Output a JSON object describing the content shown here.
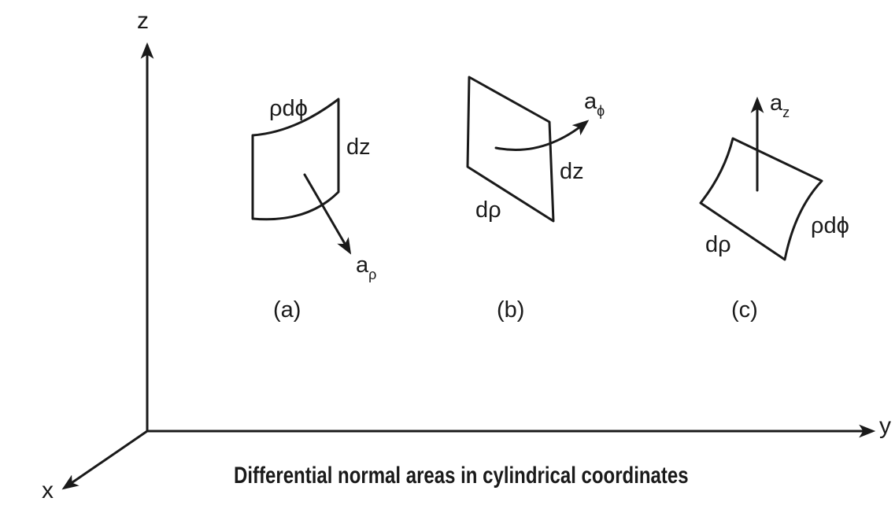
{
  "axes": {
    "z": "z",
    "y": "y",
    "x": "x"
  },
  "panels": [
    {
      "id": "a",
      "label": "(a)",
      "edge_labels": [
        "ρdϕ",
        "dz"
      ],
      "normal": {
        "base": "a",
        "sub": "ρ"
      }
    },
    {
      "id": "b",
      "label": "(b)",
      "edge_labels": [
        "dz",
        "dρ"
      ],
      "normal": {
        "base": "a",
        "sub": "ϕ"
      }
    },
    {
      "id": "c",
      "label": "(c)",
      "edge_labels": [
        "dρ",
        "ρdϕ"
      ],
      "normal": {
        "base": "a",
        "sub": "z"
      }
    }
  ],
  "caption": "Differential normal areas in cylindrical coordinates"
}
